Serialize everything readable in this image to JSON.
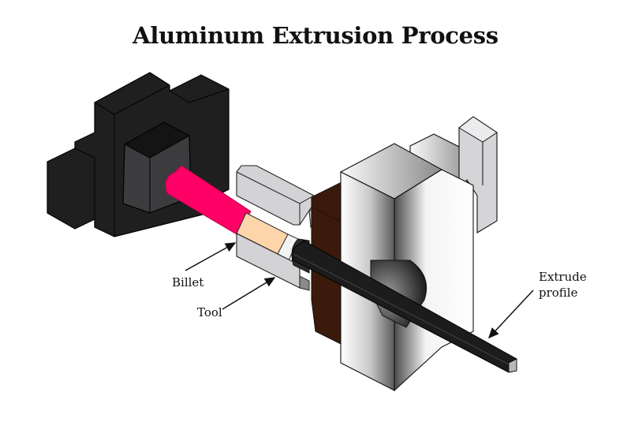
{
  "title": "Aluminum Extrusion Process",
  "labels": {
    "billet": "Billet",
    "tool": "Tool",
    "extrude_line1": "Extrude",
    "extrude_line2": "profile"
  },
  "colors": {
    "ram_block": "#1f1f1f",
    "ram_face": "#3c3c3e",
    "ram_rod": "#ff0066",
    "billet": "#fdd5aa",
    "tool": "#d3d3d6",
    "die_plate": "#3b1a0c",
    "profile": "#1c1c1c",
    "press_frame": "#e8e8e8"
  }
}
